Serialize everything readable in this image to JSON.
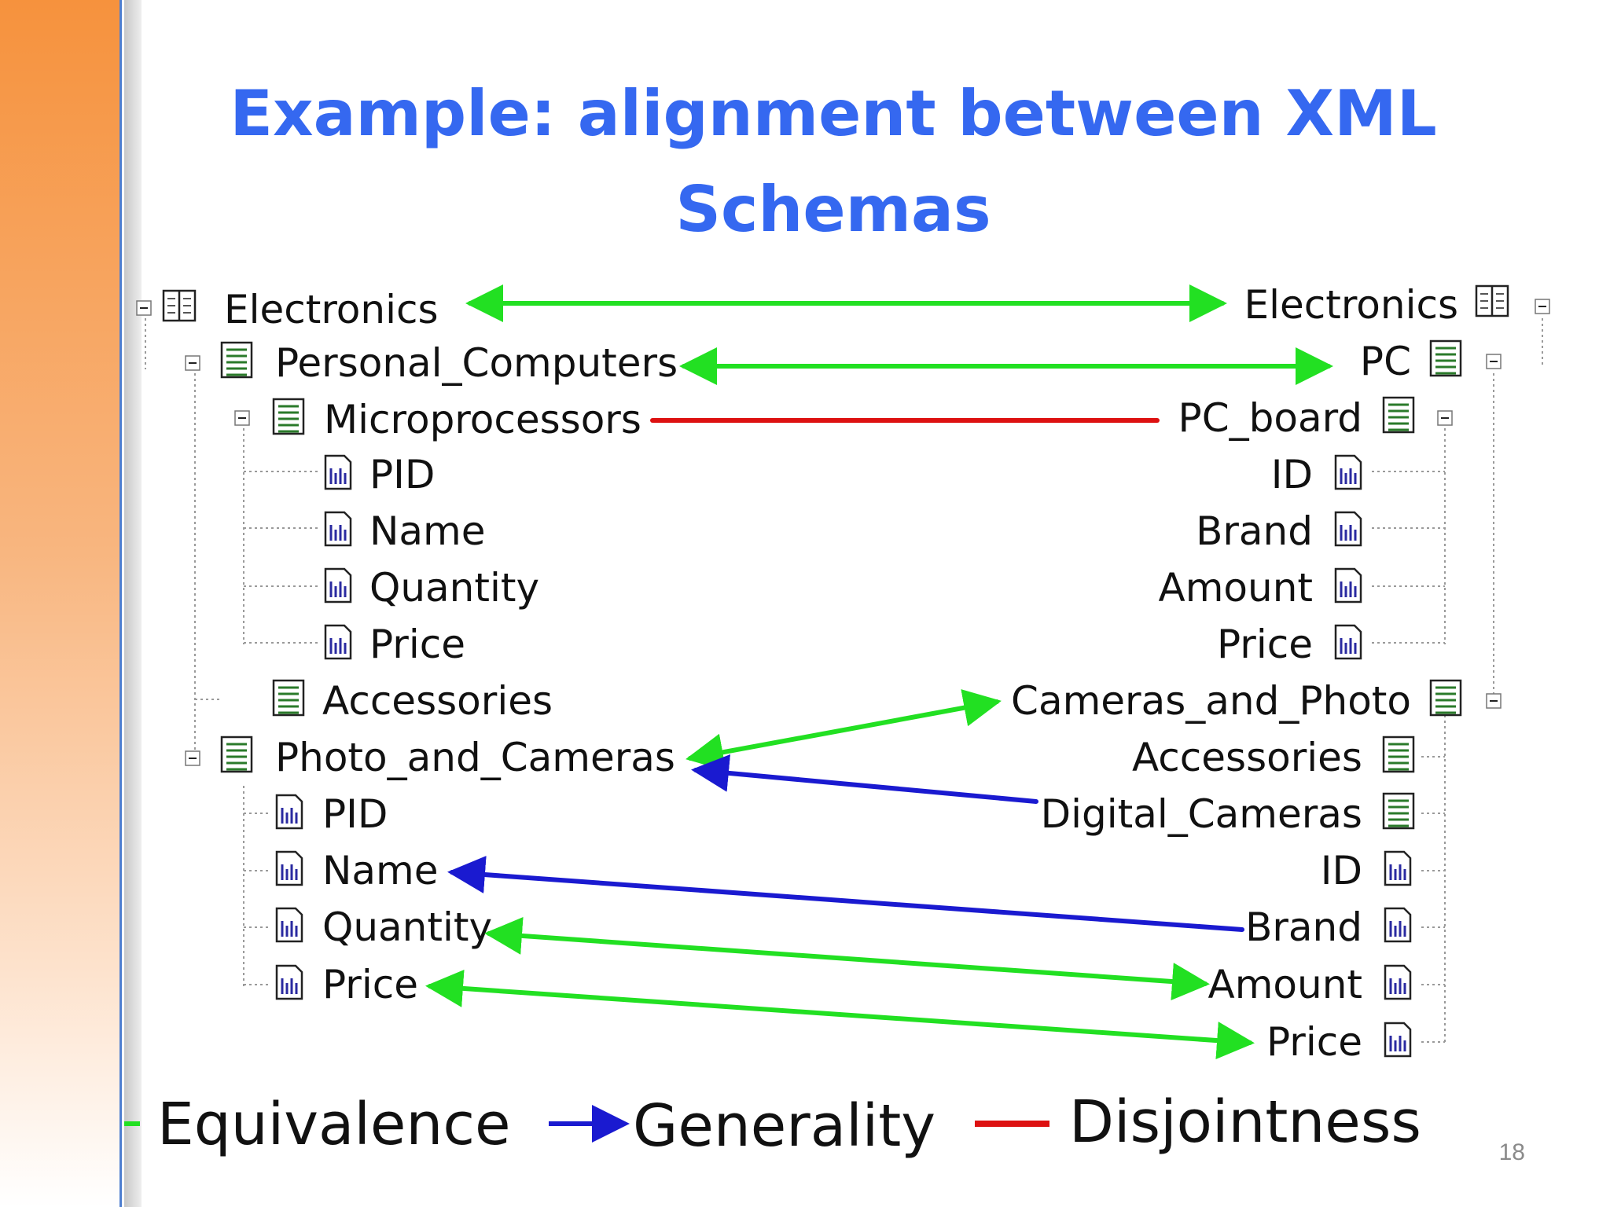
{
  "slide": {
    "title": "Example: alignment between XML Schemas",
    "page_number": "18"
  },
  "left_schema": {
    "nodes": [
      {
        "id": "L0",
        "label": "Electronics",
        "icon": "book-icon",
        "toggle": "minus"
      },
      {
        "id": "L1",
        "label": "Personal_Computers",
        "icon": "folder-doc-icon",
        "toggle": "minus"
      },
      {
        "id": "L2",
        "label": "Microprocessors",
        "icon": "folder-doc-icon",
        "toggle": "minus"
      },
      {
        "id": "L3",
        "label": "PID",
        "icon": "attribute-icon"
      },
      {
        "id": "L4",
        "label": "Name",
        "icon": "attribute-icon"
      },
      {
        "id": "L5",
        "label": "Quantity",
        "icon": "attribute-icon"
      },
      {
        "id": "L6",
        "label": "Price",
        "icon": "attribute-icon"
      },
      {
        "id": "L7",
        "label": "Accessories",
        "icon": "folder-doc-icon"
      },
      {
        "id": "L8",
        "label": "Photo_and_Cameras",
        "icon": "folder-doc-icon",
        "toggle": "minus"
      },
      {
        "id": "L9",
        "label": "PID",
        "icon": "attribute-icon"
      },
      {
        "id": "L10",
        "label": "Name",
        "icon": "attribute-icon"
      },
      {
        "id": "L11",
        "label": "Quantity",
        "icon": "attribute-icon"
      },
      {
        "id": "L12",
        "label": "Price",
        "icon": "attribute-icon"
      }
    ]
  },
  "right_schema": {
    "nodes": [
      {
        "id": "R0",
        "label": "Electronics",
        "icon": "book-icon",
        "toggle": "minus"
      },
      {
        "id": "R1",
        "label": "PC",
        "icon": "folder-doc-icon",
        "toggle": "minus"
      },
      {
        "id": "R2",
        "label": "PC_board",
        "icon": "folder-doc-icon",
        "toggle": "minus"
      },
      {
        "id": "R3",
        "label": "ID",
        "icon": "attribute-icon"
      },
      {
        "id": "R4",
        "label": "Brand",
        "icon": "attribute-icon"
      },
      {
        "id": "R5",
        "label": "Amount",
        "icon": "attribute-icon"
      },
      {
        "id": "R6",
        "label": "Price",
        "icon": "attribute-icon"
      },
      {
        "id": "R7",
        "label": "Cameras_and_Photo",
        "icon": "folder-doc-icon",
        "toggle": "minus"
      },
      {
        "id": "R8",
        "label": "Accessories",
        "icon": "folder-doc-icon"
      },
      {
        "id": "R9",
        "label": "Digital_Cameras",
        "icon": "folder-doc-icon"
      },
      {
        "id": "R10",
        "label": "ID",
        "icon": "attribute-icon"
      },
      {
        "id": "R11",
        "label": "Brand",
        "icon": "attribute-icon"
      },
      {
        "id": "R12",
        "label": "Amount",
        "icon": "attribute-icon"
      },
      {
        "id": "R13",
        "label": "Price",
        "icon": "attribute-icon"
      }
    ]
  },
  "alignments": [
    {
      "from": "L0",
      "to": "R0",
      "relation": "equivalence"
    },
    {
      "from": "L1",
      "to": "R1",
      "relation": "equivalence"
    },
    {
      "from": "L2",
      "to": "R2",
      "relation": "disjointness"
    },
    {
      "from": "L8",
      "to": "R7",
      "relation": "equivalence"
    },
    {
      "from": "R9",
      "to": "L8",
      "relation": "generality"
    },
    {
      "from": "R11",
      "to": "L10",
      "relation": "generality"
    },
    {
      "from": "L11",
      "to": "R12",
      "relation": "equivalence"
    },
    {
      "from": "L12",
      "to": "R13",
      "relation": "equivalence"
    }
  ],
  "legend": {
    "equivalence_label": "Equivalence",
    "generality_label": "Generality",
    "disjointness_label": "Disjointness"
  },
  "colors": {
    "title": "#3568f0",
    "equivalence": "#22e022",
    "generality": "#1a1ad0",
    "disjointness": "#dd1111",
    "sidebar": "#f6923d"
  }
}
